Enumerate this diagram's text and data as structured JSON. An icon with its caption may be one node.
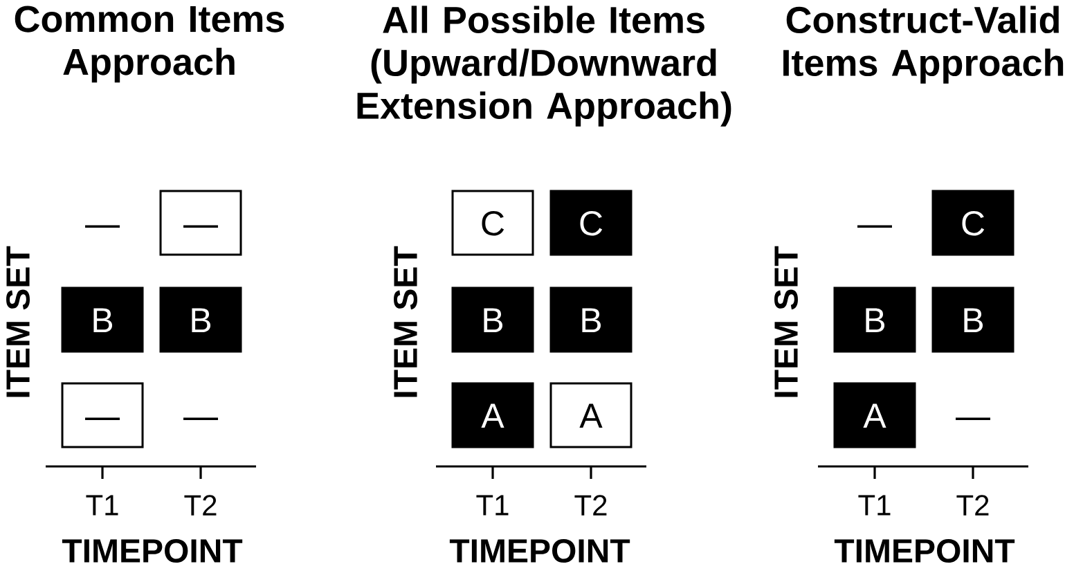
{
  "diagram": {
    "nodes": [
      {
        "text": [
          "—"
        ]
      },
      {
        "text": [
          "B"
        ]
      },
      {
        "text": [
          "B"
        ]
      },
      {
        "text": [
          "—"
        ]
      },
      {
        "text": [
          "C"
        ]
      },
      {
        "text": [
          "C"
        ]
      },
      {
        "text": [
          "B"
        ]
      },
      {
        "text": [
          "B"
        ]
      },
      {
        "text": [
          "A"
        ]
      },
      {
        "text": [
          "A"
        ]
      },
      {
        "text": [
          "C"
        ]
      },
      {
        "text": [
          "B"
        ]
      },
      {
        "text": [
          "B"
        ]
      },
      {
        "text": [
          "A"
        ]
      }
    ],
    "labels": [
      "Common Items Approach",
      "All Possible Items (Upward/Downward Extension Approach)",
      "Construct-Valid Items Approach",
      "—",
      "ITEM SET",
      "—",
      "T1",
      "T2",
      "TIMEPOINT",
      "ITEM SET",
      "T1",
      "T2",
      "TIMEPOINT",
      "—",
      "ITEM SET",
      "—",
      "T1",
      "T2",
      "TIMEPOINT"
    ]
  }
}
